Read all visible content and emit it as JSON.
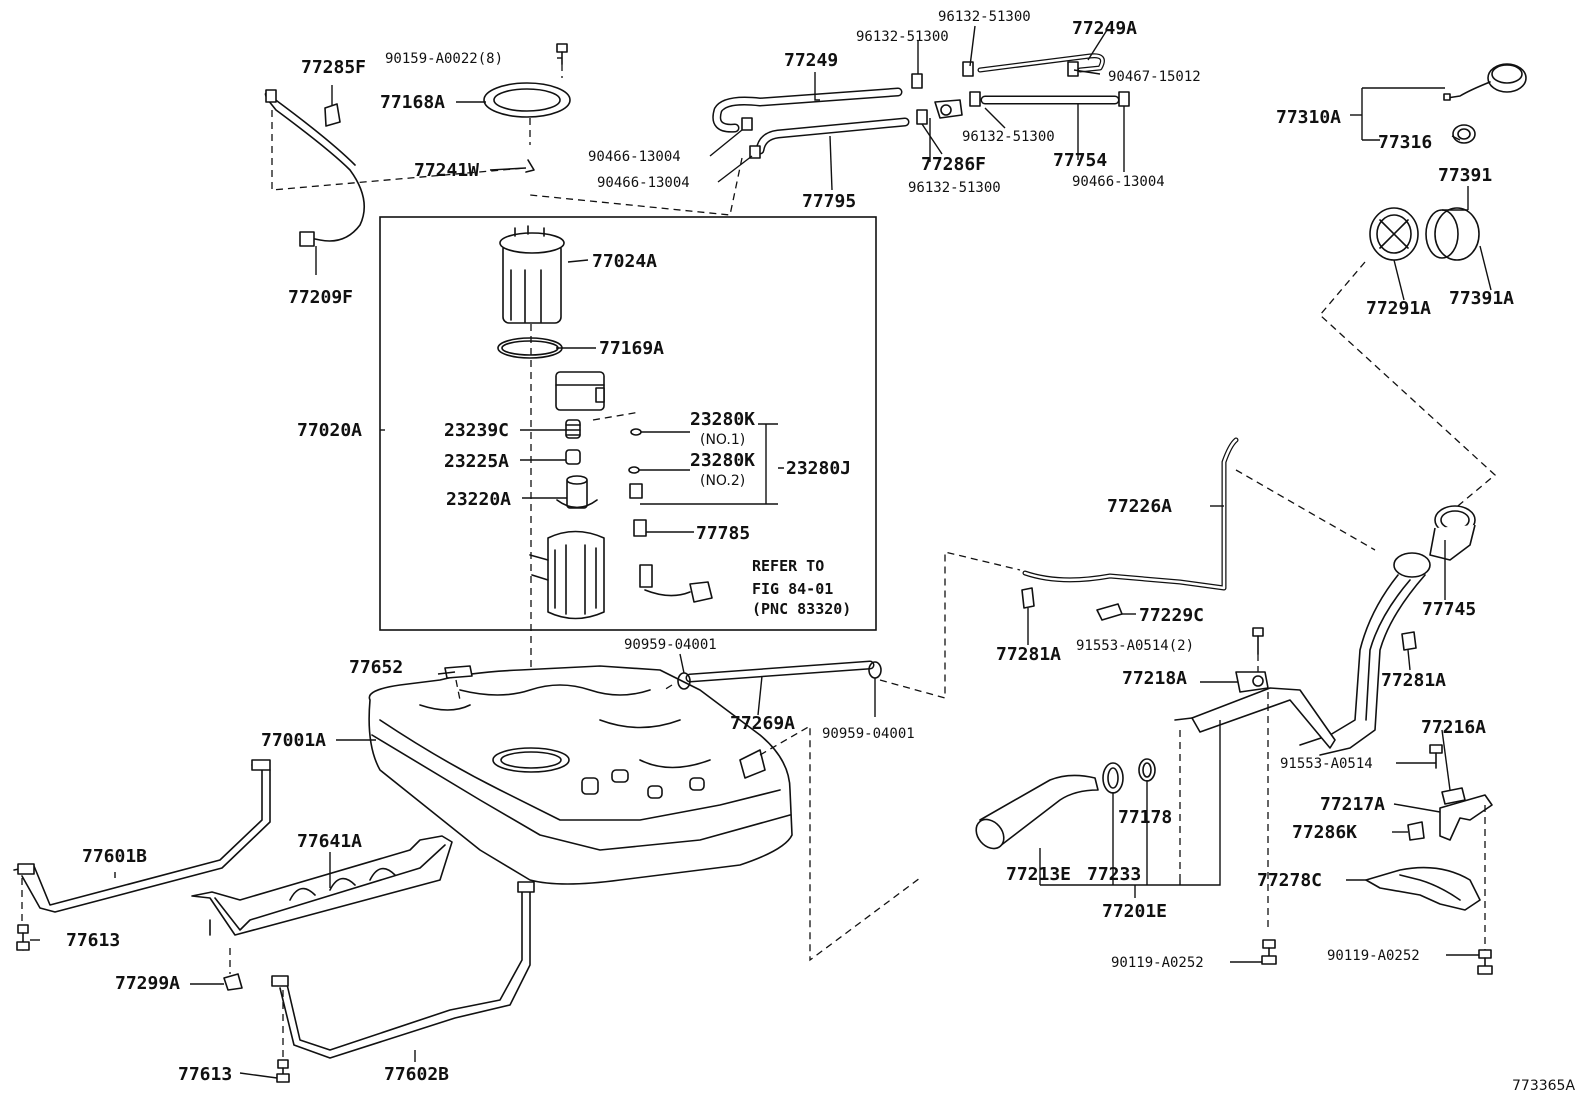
{
  "figure_code": "773365A",
  "labels": {
    "p77285F": "77285F",
    "p90159": "90159-A0022(8)",
    "p77168A": "77168A",
    "p77241W": "77241W",
    "p77209F": "77209F",
    "p77249": "77249",
    "p96132_a": "96132-51300",
    "p96132_b": "96132-51300",
    "p96132_c": "96132-51300",
    "p96132_d": "96132-51300",
    "p77249A": "77249A",
    "p90467": "90467-15012",
    "p90466_a": "90466-13004",
    "p90466_b": "90466-13004",
    "p90466_c": "90466-13004",
    "p77795": "77795",
    "p77286F": "77286F",
    "p77754": "77754",
    "p77310A": "77310A",
    "p77316": "77316",
    "p77391": "77391",
    "p77291A": "77291A",
    "p77391A": "77391A",
    "p77024A": "77024A",
    "p77169A": "77169A",
    "p77020A": "77020A",
    "p23239C": "23239C",
    "p23225A": "23225A",
    "p23220A": "23220A",
    "p23280K_1": "23280K",
    "no1": "(NO.1)",
    "p23280K_2": "23280K",
    "no2": "(NO.2)",
    "p23280J": "23280J",
    "p77785": "77785",
    "refer_1": "REFER TO",
    "refer_2": "FIG 84-01",
    "refer_3": "(PNC 83320)",
    "p77226A": "77226A",
    "p77229C": "77229C",
    "p77281A_a": "77281A",
    "p91553_2": "91553-A0514(2)",
    "p77218A": "77218A",
    "p77745": "77745",
    "p77281A_b": "77281A",
    "p77216A": "77216A",
    "p91553": "91553-A0514",
    "p77217A": "77217A",
    "p77286K": "77286K",
    "p77278C": "77278C",
    "p90119_a": "90119-A0252",
    "p90119_b": "90119-A0252",
    "p77178": "77178",
    "p77213E": "77213E",
    "p77233": "77233",
    "p77201E": "77201E",
    "p90959_a": "90959-04001",
    "p90959_b": "90959-04001",
    "p77652": "77652",
    "p77001A": "77001A",
    "p77269A": "77269A",
    "p77601B": "77601B",
    "p77641A": "77641A",
    "p77613_a": "77613",
    "p77299A": "77299A",
    "p77613_b": "77613",
    "p77602B": "77602B"
  }
}
